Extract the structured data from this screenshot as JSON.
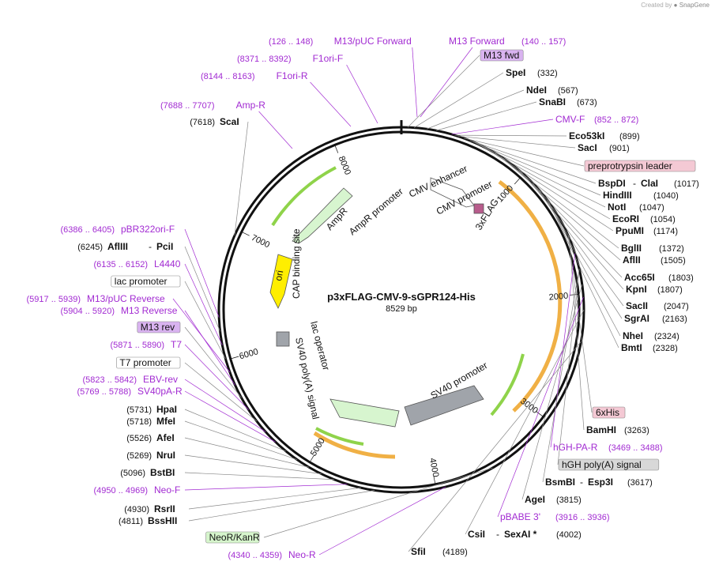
{
  "credit": {
    "prefix": "Created by",
    "app": "SnapGene"
  },
  "plasmid": {
    "name": "p3xFLAG-CMV-9-sGPR124-His",
    "length_label": "8529 bp"
  },
  "colors": {
    "primer": "#a22bd2",
    "backbone": "#111111",
    "feature_green": "#d7f5cf",
    "feature_orange": "#f0b045",
    "feature_grey": "#a0a4aa",
    "ori": "#ffee00",
    "m13_box": "#d9b3f0",
    "neo_box": "#d6f5cc",
    "tag_box": "#f4c9d4"
  },
  "ticks": [
    "1000",
    "2000",
    "3000",
    "4000",
    "5000",
    "6000",
    "7000",
    "8000"
  ],
  "inner_labels": [
    "CMV enhancer",
    "CMV promoter",
    "3xFLAG",
    "AmpR",
    "AmpR promoter",
    "ori",
    "CAP binding site",
    "lac operator",
    "SV40 poly(A) signal",
    "SV40 promoter"
  ],
  "right_sites": [
    {
      "name": "M13 fwd",
      "pos": "",
      "boxed": "m13"
    },
    {
      "name": "SpeI",
      "pos": "(332)"
    },
    {
      "name": "NdeI",
      "pos": "(567)"
    },
    {
      "name": "SnaBI",
      "pos": "(673)"
    },
    {
      "name": "CMV-F",
      "pos": "(852 .. 872)",
      "primer": true
    },
    {
      "name": "Eco53kI",
      "pos": "(899)"
    },
    {
      "name": "SacI",
      "pos": "(901)"
    },
    {
      "name": "preprotrypsin leader",
      "pos": "",
      "boxed": "tag"
    },
    {
      "name": "BspDI",
      "name2": "ClaI",
      "pos": "(1017)"
    },
    {
      "name": "HindIII",
      "pos": "(1040)"
    },
    {
      "name": "NotI",
      "pos": "(1047)"
    },
    {
      "name": "EcoRI",
      "pos": "(1054)"
    },
    {
      "name": "PpuMI",
      "pos": "(1174)"
    },
    {
      "name": "BglII",
      "pos": "(1372)"
    },
    {
      "name": "AflII",
      "pos": "(1505)"
    },
    {
      "name": "Acc65I",
      "pos": "(1803)"
    },
    {
      "name": "KpnI",
      "pos": "(1807)"
    },
    {
      "name": "SacII",
      "pos": "(2047)"
    },
    {
      "name": "SgrAI",
      "pos": "(2163)"
    },
    {
      "name": "NheI",
      "pos": "(2324)"
    },
    {
      "name": "BmtI",
      "pos": "(2328)"
    },
    {
      "name": "6xHis",
      "pos": "",
      "boxed": "tag"
    },
    {
      "name": "BamHI",
      "pos": "(3263)"
    },
    {
      "name": "hGH-PA-R",
      "pos": "(3469 .. 3488)",
      "primer": true
    },
    {
      "name": "hGH poly(A) signal",
      "pos": "",
      "boxed": "grey"
    },
    {
      "name": "BsmBI",
      "name2": "Esp3I",
      "pos": "(3617)"
    },
    {
      "name": "AgeI",
      "pos": "(3815)"
    },
    {
      "name": "pBABE 3'",
      "pos": "(3916 .. 3936)",
      "primer": true
    },
    {
      "name": "CsiI",
      "name2": "SexAI *",
      "pos": "(4002)"
    },
    {
      "name": "SfiI",
      "pos": "(4189)"
    }
  ],
  "top_primers": [
    {
      "pos": "(126 .. 148)",
      "name": "M13/pUC Forward"
    },
    {
      "name": "M13 Forward",
      "pos": "(140 .. 157)"
    },
    {
      "pos": "(8371 .. 8392)",
      "name": "F1ori-F"
    },
    {
      "pos": "(8144 .. 8163)",
      "name": "F1ori-R"
    },
    {
      "pos": "(7688 .. 7707)",
      "name": "Amp-R"
    }
  ],
  "left_sites": [
    {
      "pos": "(7618)",
      "name": "ScaI"
    },
    {
      "pos": "(6386 .. 6405)",
      "name": "pBR322ori-F",
      "primer": true
    },
    {
      "pos": "(6245)",
      "name": "AflIII",
      "name2": "PciI"
    },
    {
      "pos": "(6135 .. 6152)",
      "name": "L4440",
      "primer": true
    },
    {
      "pos": "",
      "name": "lac promoter",
      "boxed": "plain"
    },
    {
      "pos": "(5917 .. 5939)",
      "name": "M13/pUC Reverse",
      "primer": true
    },
    {
      "pos": "(5904 .. 5920)",
      "name": "M13 Reverse",
      "primer": true
    },
    {
      "pos": "",
      "name": "M13 rev",
      "boxed": "m13"
    },
    {
      "pos": "(5871 .. 5890)",
      "name": "T7",
      "primer": true
    },
    {
      "pos": "",
      "name": "T7 promoter",
      "boxed": "plain"
    },
    {
      "pos": "(5823 .. 5842)",
      "name": "EBV-rev",
      "primer": true
    },
    {
      "pos": "(5769 .. 5788)",
      "name": "SV40pA-R",
      "primer": true
    },
    {
      "pos": "(5731)",
      "name": "HpaI"
    },
    {
      "pos": "(5718)",
      "name": "MfeI"
    },
    {
      "pos": "(5526)",
      "name": "AfeI"
    },
    {
      "pos": "(5269)",
      "name": "NruI"
    },
    {
      "pos": "(5096)",
      "name": "BstBI"
    },
    {
      "pos": "(4950 .. 4969)",
      "name": "Neo-F",
      "primer": true
    },
    {
      "pos": "(4930)",
      "name": "RsrII"
    },
    {
      "pos": "(4811)",
      "name": "BssHII"
    },
    {
      "pos": "",
      "name": "NeoR/KanR",
      "boxed": "neo"
    },
    {
      "pos": "(4340 .. 4359)",
      "name": "Neo-R",
      "primer": true
    }
  ]
}
